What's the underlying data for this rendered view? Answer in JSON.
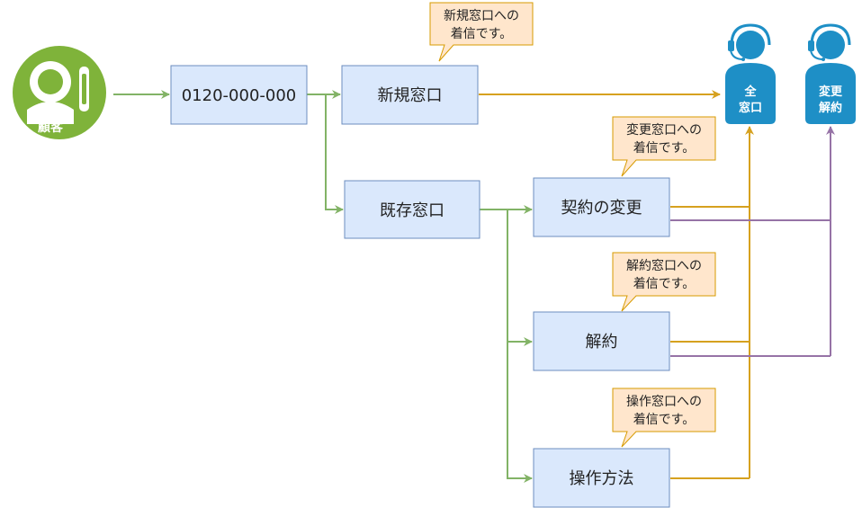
{
  "customer": {
    "label": "顧客"
  },
  "nodes": {
    "phone": "0120-000-000",
    "new_window": "新規窓口",
    "existing_window": "既存窓口",
    "contract_change": "契約の変更",
    "cancellation": "解約",
    "operation_method": "操作方法"
  },
  "callouts": {
    "new": [
      "新規窓口への",
      "着信です。"
    ],
    "change": [
      "変更窓口への",
      "着信です。"
    ],
    "cancel": [
      "解約窓口への",
      "着信です。"
    ],
    "operation": [
      "操作窓口への",
      "着信です。"
    ]
  },
  "agents": {
    "all": [
      "全",
      "窓口"
    ],
    "change_cancel": [
      "変更",
      "解約"
    ]
  },
  "colors": {
    "box_fill": "#dae8fc",
    "box_stroke": "#6c8ebf",
    "callout_fill": "#ffe6cc",
    "callout_stroke": "#d79b00",
    "green": "#82b366",
    "gold": "#d6a11f",
    "purple": "#9673a6",
    "agent_blue": "#1e8fc6",
    "customer_green": "#7fb33a"
  }
}
